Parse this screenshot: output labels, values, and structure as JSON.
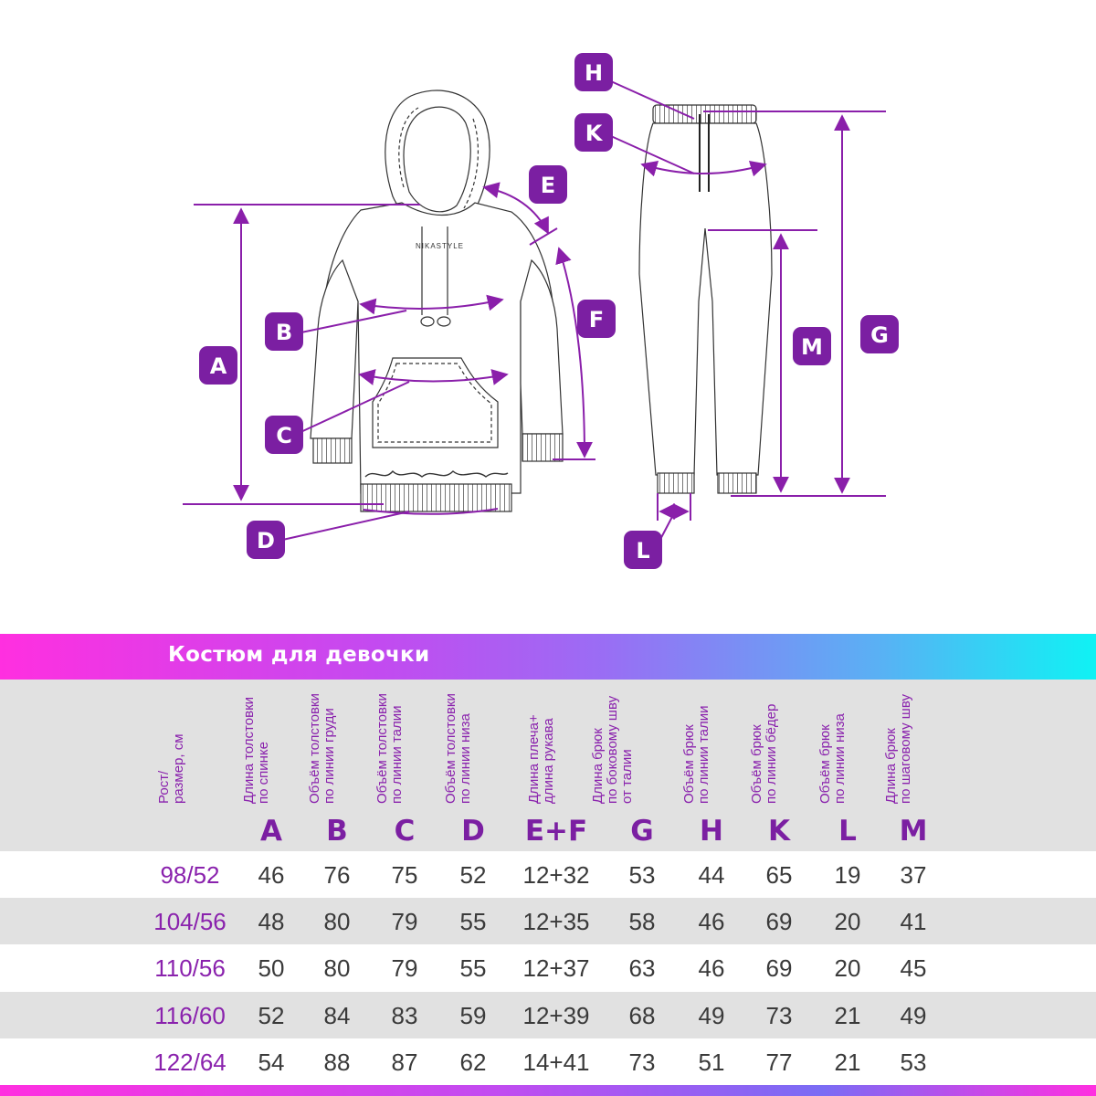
{
  "diagram": {
    "brand_text": "NIKASTYLE",
    "badge_color": "#7b1fa2",
    "line_color": "#8a1faa",
    "labels": [
      "A",
      "B",
      "C",
      "D",
      "E",
      "F",
      "G",
      "H",
      "K",
      "L",
      "M"
    ]
  },
  "table": {
    "title": "Костюм для девочки",
    "header_color": "#8a22ad",
    "size_header": {
      "line1": "Рост/",
      "line2": "размер, см"
    },
    "columns": [
      {
        "letter": "A",
        "line1": "Длина толстовки",
        "line2": "по спинке",
        "line3": ""
      },
      {
        "letter": "B",
        "line1": "Объём толстовки",
        "line2": "по линии груди",
        "line3": ""
      },
      {
        "letter": "C",
        "line1": "Объём толстовки",
        "line2": "по линии талии",
        "line3": ""
      },
      {
        "letter": "D",
        "line1": "Объём толстовки",
        "line2": "по линии низа",
        "line3": ""
      },
      {
        "letter": "E+F",
        "line1": "Длина плеча+",
        "line2": "длина рукава",
        "line3": ""
      },
      {
        "letter": "G",
        "line1": "Длина брюк",
        "line2": "по боковому шву",
        "line3": "от талии"
      },
      {
        "letter": "H",
        "line1": "Объём брюк",
        "line2": "по линии талии",
        "line3": ""
      },
      {
        "letter": "K",
        "line1": "Объём брюк",
        "line2": "по линии бёдер",
        "line3": ""
      },
      {
        "letter": "L",
        "line1": "Объём брюк",
        "line2": "по линии низа",
        "line3": ""
      },
      {
        "letter": "M",
        "line1": "Длина брюк",
        "line2": "по шаговому шву",
        "line3": ""
      }
    ],
    "rows": [
      {
        "size": "98/52",
        "values": [
          "46",
          "76",
          "75",
          "52",
          "12+32",
          "53",
          "44",
          "65",
          "19",
          "37"
        ]
      },
      {
        "size": "104/56",
        "values": [
          "48",
          "80",
          "79",
          "55",
          "12+35",
          "58",
          "46",
          "69",
          "20",
          "41"
        ]
      },
      {
        "size": "110/56",
        "values": [
          "50",
          "80",
          "79",
          "55",
          "12+37",
          "63",
          "46",
          "69",
          "20",
          "45"
        ]
      },
      {
        "size": "116/60",
        "values": [
          "52",
          "84",
          "83",
          "59",
          "12+39",
          "68",
          "49",
          "73",
          "21",
          "49"
        ]
      },
      {
        "size": "122/64",
        "values": [
          "54",
          "88",
          "87",
          "62",
          "14+41",
          "73",
          "51",
          "77",
          "21",
          "53"
        ]
      }
    ]
  }
}
